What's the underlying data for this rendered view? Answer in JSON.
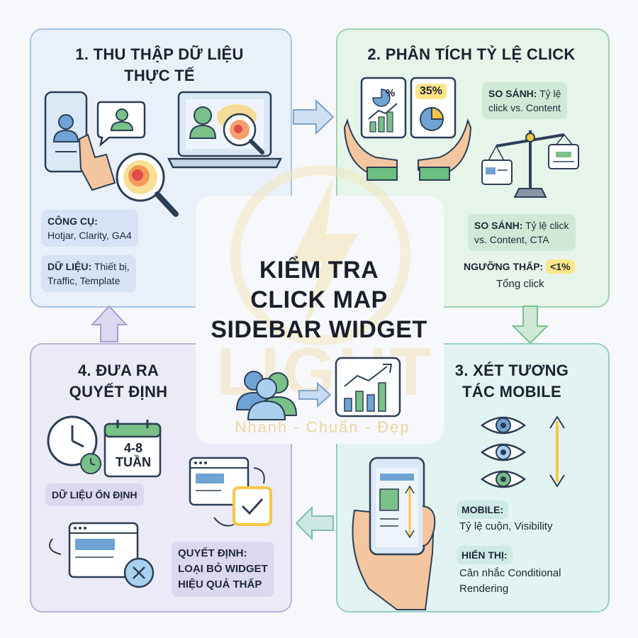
{
  "center": {
    "line1": "KIỂM TRA",
    "line2": "CLICK MAP",
    "line3": "SIDEBAR WIDGET"
  },
  "watermark": {
    "logo": "LIGHT",
    "slogan": "Nhanh - Chuẩn - Đẹp"
  },
  "step1": {
    "title_line1": "1. THU THẬP DỮ LIỆU",
    "title_line2": "THỰC TẾ",
    "tools_label": "CÔNG CỤ:",
    "tools_value": "Hotjar, Clarity, GA4",
    "data_label": "DỮ LIỆU:",
    "data_value1": "Thiết bị,",
    "data_value2": "Traffic, Template"
  },
  "step2": {
    "title": "2. PHÂN TÍCH TỶ LỆ CLICK",
    "percent_badge": "35%",
    "percent_icon": "%",
    "compare1_label": "SO SÁNH:",
    "compare1_value1": "Tỷ lệ",
    "compare1_value2": "click vs. Content",
    "compare2_label": "SO SÁNH:",
    "compare2_value1": "Tỷ lệ click",
    "compare2_value2": "vs. Content, CTA",
    "threshold_label": "NGƯỠNG THẤP:",
    "threshold_value": "<1%",
    "threshold_sub": "Tổng click"
  },
  "step3": {
    "title_line1": "3. XÉT TƯƠNG",
    "title_line2": "TÁC MOBILE",
    "mobile_label": "MOBILE:",
    "mobile_value": "Tỷ lệ cuộn, Visibility",
    "display_label": "HIỂN THỊ:",
    "display_value1": "Cân nhắc Conditional",
    "display_value2": "Rendering"
  },
  "step4": {
    "title_line1": "4. ĐƯA RA",
    "title_line2": "QUYẾT ĐỊNH",
    "calendar_line1": "4-8",
    "calendar_line2": "TUẦN",
    "stable_label": "DỮ LIỆU ỔN ĐỊNH",
    "decision_line1": "QUYẾT ĐỊNH:",
    "decision_line2": "LOẠI BỎ WIDGET",
    "decision_line3": "HIỆU QUẢ THẤP"
  },
  "colors": {
    "blue": "#a9c3e6",
    "green": "#9fd3ad",
    "teal": "#95cfc6",
    "purple": "#b9b2dc",
    "yellow": "#f6c744"
  }
}
